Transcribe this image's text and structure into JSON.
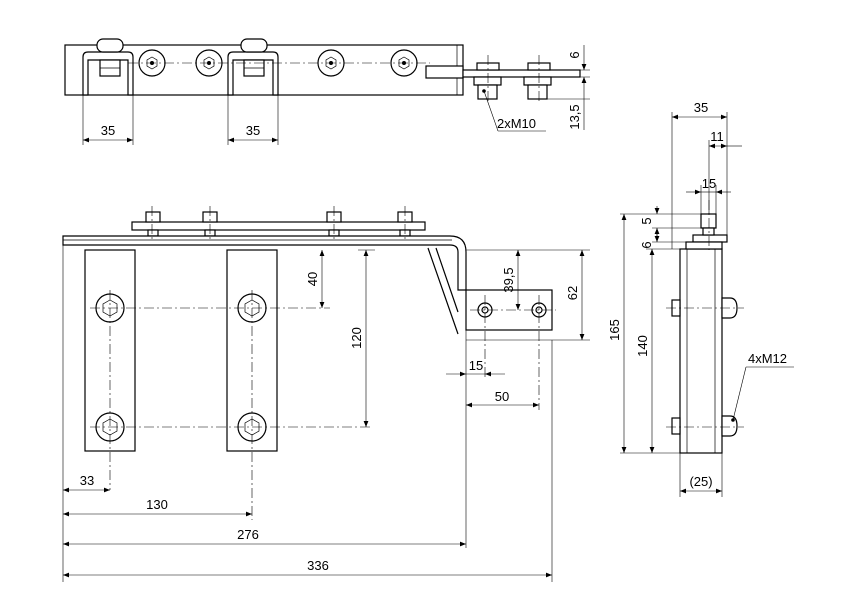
{
  "top_view": {
    "pitch_left_label": "35",
    "pitch_right_label": "35",
    "height_top_label": "6",
    "height_bottom_label": "13,5",
    "bolts_label": "2xM10"
  },
  "front_view": {
    "dim_40": "40",
    "dim_120": "120",
    "dim_39_5": "39,5",
    "dim_62": "62",
    "dim_15": "15",
    "dim_50": "50",
    "dim_33": "33",
    "dim_130": "130",
    "dim_276": "276",
    "dim_336": "336"
  },
  "side_view": {
    "dim_35": "35",
    "dim_11": "11",
    "dim_15": "15",
    "dim_5": "5",
    "dim_6": "6",
    "dim_165": "165",
    "dim_140": "140",
    "dim_25": "(25)",
    "screws_label": "4xM12"
  }
}
